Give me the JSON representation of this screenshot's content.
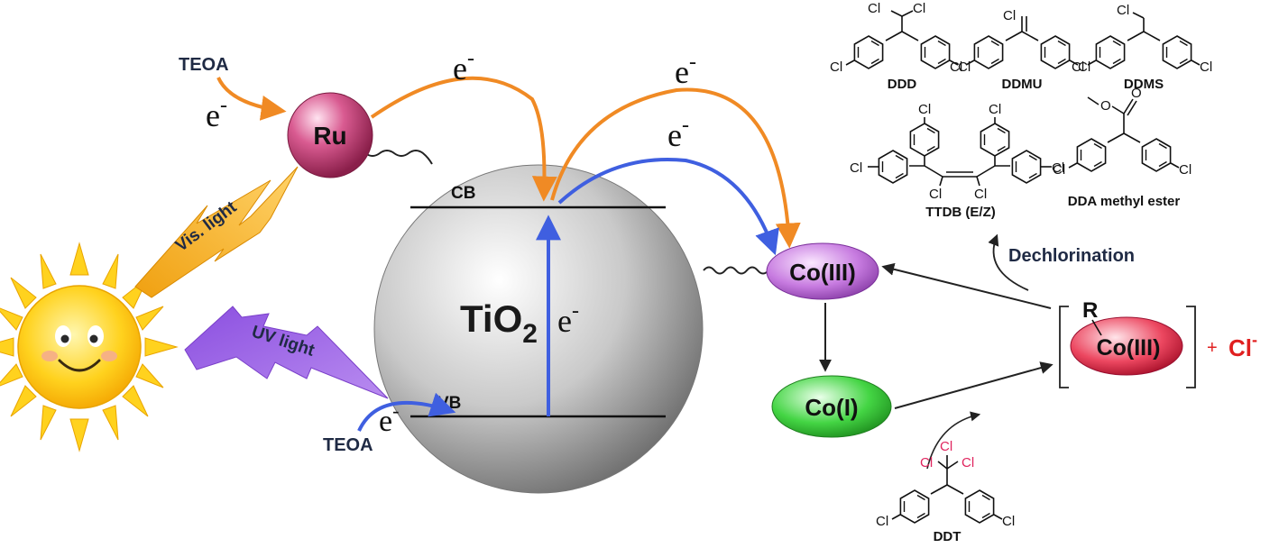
{
  "labels": {
    "teoa_top": "TEOA",
    "teoa_bottom": "TEOA",
    "e_teoa_ru": "e",
    "e_ru_cb": "e",
    "e_cb_co": "e",
    "e_cb_co_blue": "e",
    "e_vb_cb": "e",
    "e_teoa_vb": "e",
    "electron_sup": "-",
    "ru": "Ru",
    "cb": "CB",
    "vb": "VB",
    "tio2_main": "TiO",
    "tio2_sub": "2",
    "vis_light": "Vis. light",
    "uv_light": "UV light",
    "co3": "Co(III)",
    "co1": "Co(I)",
    "co3_complex": "Co(III)",
    "r_group": "R",
    "plus": "+",
    "chloride": "Cl",
    "dechlorination": "Dechlorination"
  },
  "molecules": {
    "ddd": "DDD",
    "ddmu": "DDMU",
    "ddms": "DDMS",
    "ttdb": "TTDB (E/Z)",
    "dda": "DDA methyl ester",
    "ddt": "DDT",
    "cl": "Cl",
    "o": "O"
  },
  "colors": {
    "orange": "#f08a24",
    "blue": "#3f5fe0",
    "ru": "#c23a6e",
    "co3": "#c77be0",
    "co1": "#3fcf3f",
    "co3_complex": "#e8334e",
    "chloride": "#e02020",
    "vis_light": "#f5b020",
    "uv_light": "#9b5de5",
    "sun": "#ffd21e"
  }
}
